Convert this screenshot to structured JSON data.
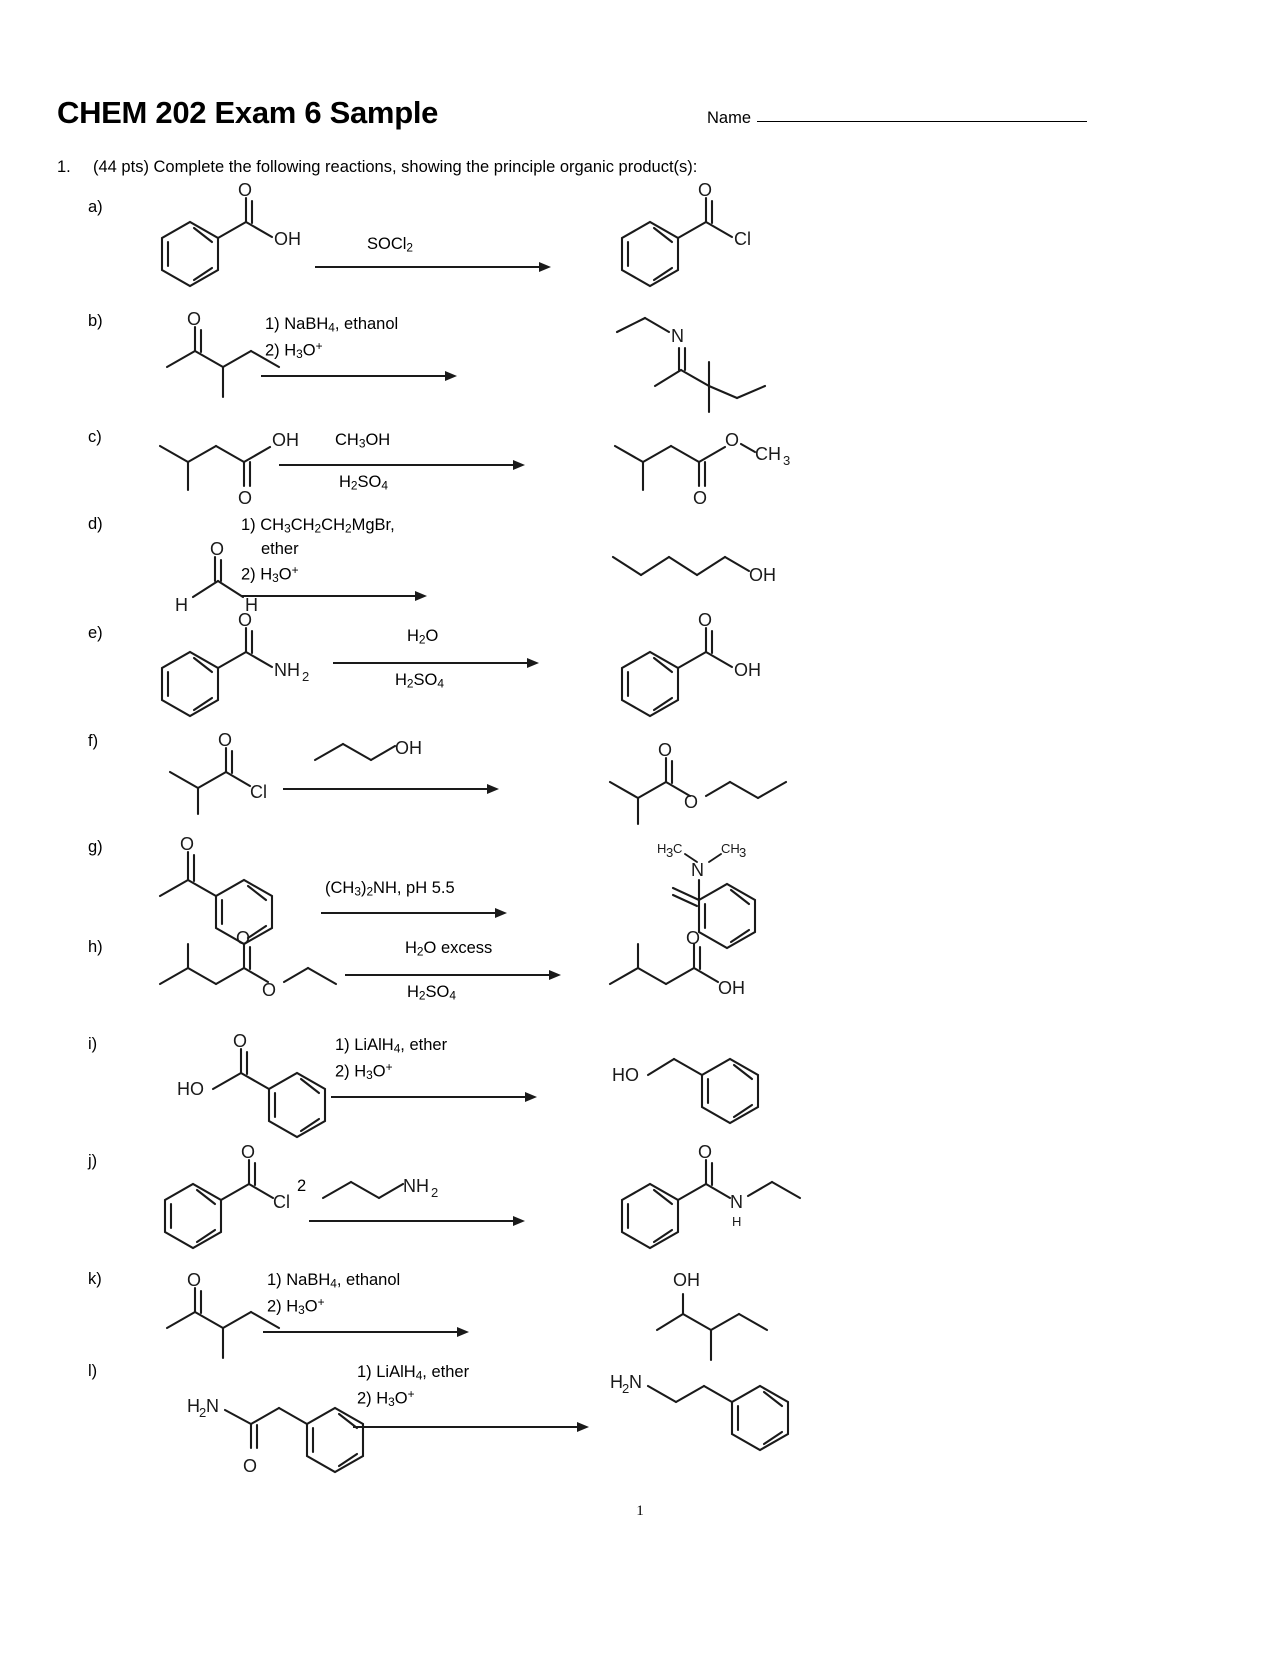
{
  "document": {
    "title": "CHEM 202 Exam 6 Sample",
    "name_label": "Name",
    "page_number": "1"
  },
  "question": {
    "number": "1.",
    "text": "(44 pts) Complete the following reactions, showing the principle organic product(s):"
  },
  "reactions": [
    {
      "label": "a)",
      "reactant_name": "benzoic-acid",
      "reactant_atoms": {
        "carbonyl_o": "O",
        "hydroxyl": "OH"
      },
      "conditions_above": "SOCl2",
      "conditions_above_html": "SOCl<sub>2</sub>",
      "conditions_below": "",
      "product_name": "benzoyl-chloride",
      "product_atoms": {
        "carbonyl_o": "O",
        "halide": "Cl"
      }
    },
    {
      "label": "b)",
      "reactant_name": "3-methyl-2-pentanone",
      "reactant_atoms": {
        "carbonyl_o": "O"
      },
      "conditions_line1": "1) NaBH4, ethanol",
      "conditions_line1_html": "1) NaBH<sub>4</sub>, ethanol",
      "conditions_line2": "2) H3O+",
      "conditions_line2_html": "2) H<sub>3</sub>O<sup>+</sup>",
      "product_name": "imine-product",
      "product_atoms": {
        "nitrogen": "N"
      }
    },
    {
      "label": "c)",
      "reactant_name": "3-methylbutanoic-acid",
      "reactant_atoms": {
        "hydroxyl": "OH",
        "carbonyl_o": "O"
      },
      "conditions_above": "CH3OH",
      "conditions_above_html": "CH<sub>3</sub>OH",
      "conditions_below": "H2SO4",
      "conditions_below_html": "H<sub>2</sub>SO<sub>4</sub>",
      "product_name": "methyl-ester-product",
      "product_atoms": {
        "ester_o": "O",
        "methyl": "CH3",
        "methyl_html": "CH<sub>3</sub>",
        "carbonyl_o": "O"
      }
    },
    {
      "label": "d)",
      "reactant_name": "formaldehyde",
      "reactant_atoms": {
        "carbonyl_o": "O",
        "h_left": "H",
        "h_right": "H"
      },
      "conditions_line1": "1) CH3CH2CH2MgBr,",
      "conditions_line1_html": "1) CH<sub>3</sub>CH<sub>2</sub>CH<sub>2</sub>MgBr,",
      "conditions_line2": "ether",
      "conditions_line3": "2) H3O+",
      "conditions_line3_html": "2) H<sub>3</sub>O<sup>+</sup>",
      "product_name": "1-butanol",
      "product_atoms": {
        "hydroxyl": "OH"
      }
    },
    {
      "label": "e)",
      "reactant_name": "benzamide",
      "reactant_atoms": {
        "carbonyl_o": "O",
        "amide_n": "NH2",
        "amide_n_html": "NH<sub>2</sub>"
      },
      "conditions_above": "H2O",
      "conditions_above_html": "H<sub>2</sub>O",
      "conditions_below": "H2SO4",
      "conditions_below_html": "H<sub>2</sub>SO<sub>4</sub>",
      "product_name": "benzoic-acid",
      "product_atoms": {
        "carbonyl_o": "O",
        "hydroxyl": "OH"
      }
    },
    {
      "label": "f)",
      "reactant_name": "2-methylpropanoyl-chloride",
      "reactant_atoms": {
        "carbonyl_o": "O",
        "halide": "Cl"
      },
      "conditions_above": "OH",
      "conditions_above_html": "OH",
      "conditions_note": "propanol-structure",
      "product_name": "propyl-ester-product",
      "product_atoms": {
        "carbonyl_o": "O",
        "ester_o": "O"
      }
    },
    {
      "label": "g)",
      "reactant_name": "acetophenone",
      "reactant_atoms": {
        "carbonyl_o": "O"
      },
      "conditions_above": "(CH3)2NH, pH 5.5",
      "conditions_above_html": "(CH<sub>3</sub>)<sub>2</sub>NH, pH 5.5",
      "product_name": "enamine-product",
      "product_atoms": {
        "methyl_left": "H3C",
        "methyl_left_html": "H<sub>3</sub>C",
        "nitrogen": "N",
        "methyl_right": "CH3",
        "methyl_right_html": "CH<sub>3</sub>"
      }
    },
    {
      "label": "h)",
      "reactant_name": "ethyl-3-methylbutanoate",
      "reactant_atoms": {
        "carbonyl_o": "O",
        "ester_o": "O"
      },
      "conditions_above": "H2O excess",
      "conditions_above_html": "H<sub>2</sub>O excess",
      "conditions_below": "H2SO4",
      "conditions_below_html": "H<sub>2</sub>SO<sub>4</sub>",
      "product_name": "3-methylbutanoic-acid",
      "product_atoms": {
        "carbonyl_o": "O",
        "hydroxyl": "OH"
      }
    },
    {
      "label": "i)",
      "reactant_name": "benzoic-acid-HO-left",
      "reactant_atoms": {
        "carbonyl_o": "O",
        "hydroxyl": "HO"
      },
      "conditions_line1": "1) LiAlH4, ether",
      "conditions_line1_html": "1) LiAlH<sub>4</sub>, ether",
      "conditions_line2": "2) H3O+",
      "conditions_line2_html": "2) H<sub>3</sub>O<sup>+</sup>",
      "product_name": "benzyl-alcohol",
      "product_atoms": {
        "hydroxyl": "HO"
      }
    },
    {
      "label": "j)",
      "reactant_name": "benzoyl-chloride",
      "reactant_atoms": {
        "carbonyl_o": "O",
        "halide": "Cl"
      },
      "conditions_equiv": "2",
      "conditions_amine": "NH2",
      "conditions_amine_html": "NH<sub>2</sub>",
      "product_name": "n-ethylbenzamide",
      "product_atoms": {
        "carbonyl_o": "O",
        "amide_n": "N",
        "amide_h": "H"
      }
    },
    {
      "label": "k)",
      "reactant_name": "3-methyl-2-pentanone",
      "reactant_atoms": {
        "carbonyl_o": "O"
      },
      "conditions_line1": "1) NaBH4, ethanol",
      "conditions_line1_html": "1) NaBH<sub>4</sub>, ethanol",
      "conditions_line2": "2) H3O+",
      "conditions_line2_html": "2) H<sub>3</sub>O<sup>+</sup>",
      "product_name": "3-methyl-2-pentanol",
      "product_atoms": {
        "hydroxyl": "OH"
      }
    },
    {
      "label": "l)",
      "reactant_name": "phenylacetamide",
      "reactant_atoms": {
        "amide_n": "H2N",
        "amide_n_html": "H<sub>2</sub>N",
        "carbonyl_o": "O"
      },
      "conditions_line1": "1) LiAlH4, ether",
      "conditions_line1_html": "1) LiAlH<sub>4</sub>, ether",
      "conditions_line2": "2) H3O+",
      "conditions_line2_html": "2) H<sub>3</sub>O<sup>+</sup>",
      "product_name": "phenethylamine",
      "product_atoms": {
        "amine_n": "H2N",
        "amine_n_html": "H<sub>2</sub>N"
      }
    }
  ]
}
